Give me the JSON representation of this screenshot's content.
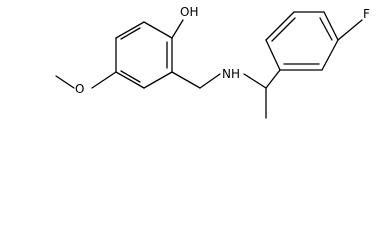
{
  "labels": {
    "hydroxyl": "OH",
    "amine": "NH",
    "fluorine": "F",
    "methoxy_oxygen": "O"
  },
  "colors": {
    "bond": "#000000",
    "background": "#ffffff"
  }
}
